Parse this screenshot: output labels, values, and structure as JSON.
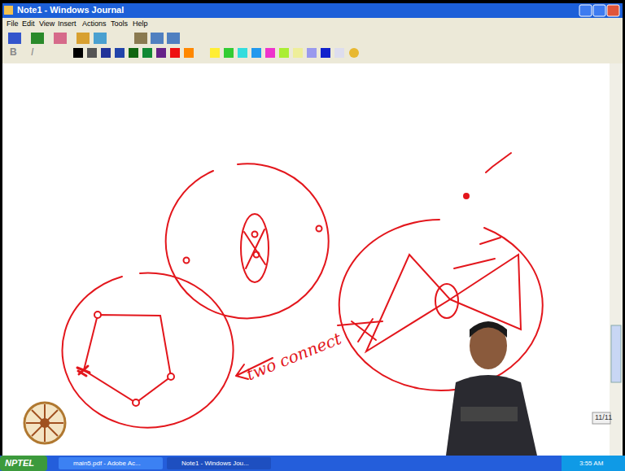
{
  "diagram": {
    "title": "Note1 - Windows Journal",
    "labels": [
      "File",
      "Edit",
      "View",
      "Insert",
      "Actions",
      "Tools",
      "Help",
      "B",
      "I",
      "two connect",
      "11/11",
      "NPTEL",
      "main5.pdf - Adobe Ac...",
      "Note1 - Windows Jou...",
      "3:55 AM"
    ]
  }
}
